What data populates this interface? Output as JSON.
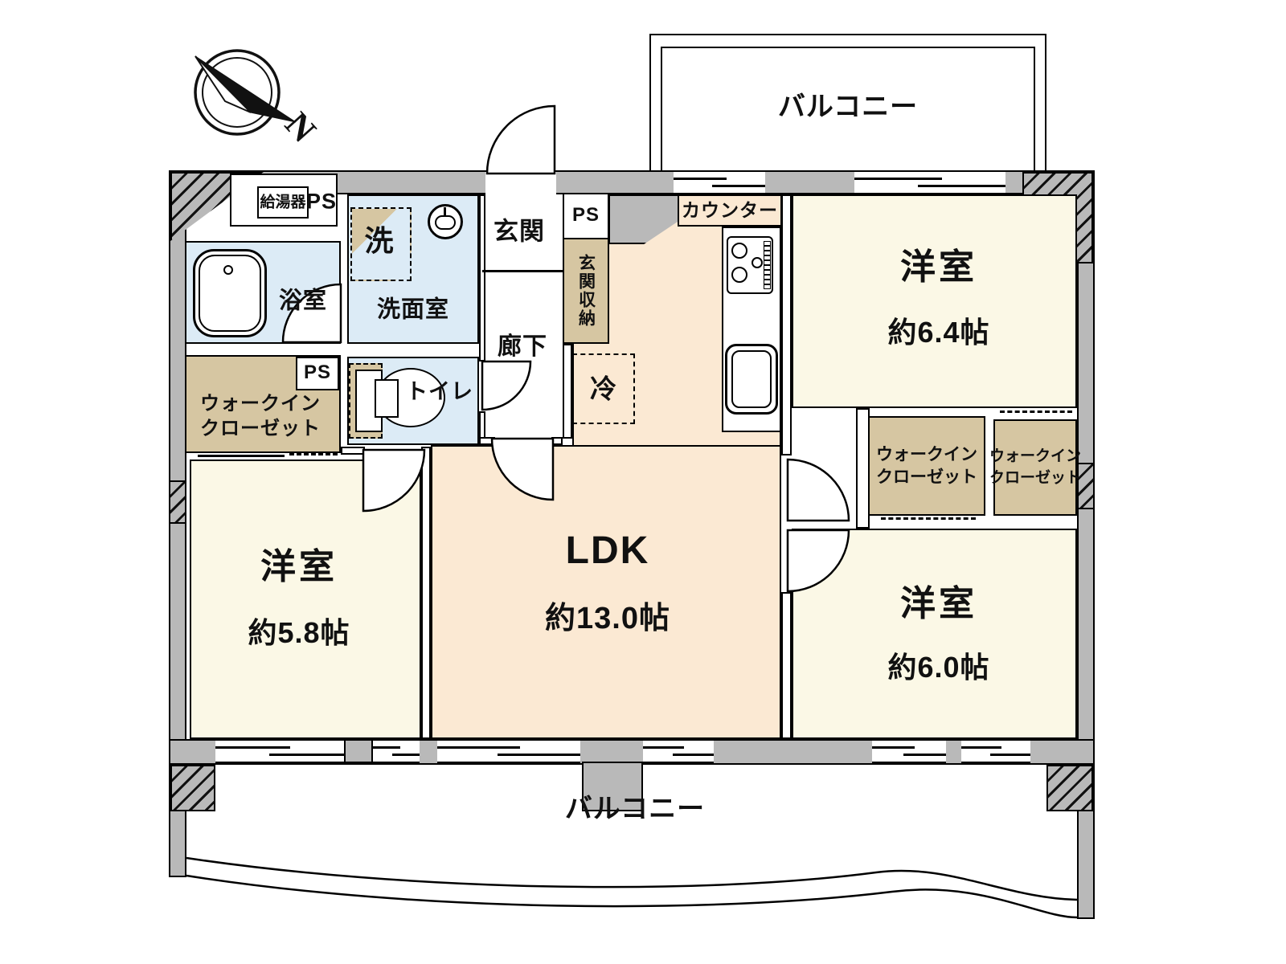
{
  "compass": {
    "north_label": "N"
  },
  "labels": {
    "balcony": "バルコニー",
    "western_room": "洋室",
    "ldk": "LDK",
    "bath": "浴室",
    "washroom": "洗面室",
    "toilet": "トイレ",
    "hallway": "廊下",
    "entrance": "玄関",
    "entrance_storage": "玄関収納",
    "counter": "カウンター",
    "water_heater": "給湯器",
    "pipe_space": "PS",
    "washer": "洗",
    "fridge": "冷",
    "wic_line1": "ウォークイン",
    "wic_line2": "クローゼット"
  },
  "sizes": {
    "room_6_4": "約6.4帖",
    "room_5_8": "約5.8帖",
    "room_6_0": "約6.0帖",
    "ldk": "約13.0帖"
  },
  "colors": {
    "wall_gray": "#b9b9b9",
    "room_cream": "#fbf8e6",
    "ldk_peach": "#fbe9d3",
    "wet_area_blue": "#dcebf6",
    "closet_tan": "#d6c6a2",
    "outline": "#000000"
  }
}
